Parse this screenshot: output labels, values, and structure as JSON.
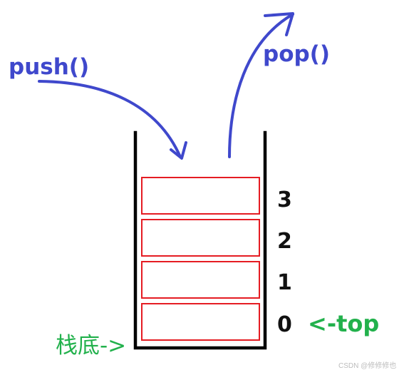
{
  "diagram": {
    "operations": {
      "push_label": "push()",
      "pop_label": "pop()"
    },
    "stack": {
      "slot_indices": [
        "3",
        "2",
        "1",
        "0"
      ],
      "top_pointer_label": "<-top",
      "bottom_label": "栈底->"
    },
    "watermark": "CSDN @修修修也",
    "colors": {
      "operation_arrows": "#3f48cc",
      "stack_walls": "#000000",
      "slot_border": "#e51c23",
      "pointer_text": "#22b14c",
      "index_text": "#111111"
    },
    "icons": {
      "push_arrow": "curved-down-arrow",
      "pop_arrow": "curved-up-arrow"
    }
  }
}
